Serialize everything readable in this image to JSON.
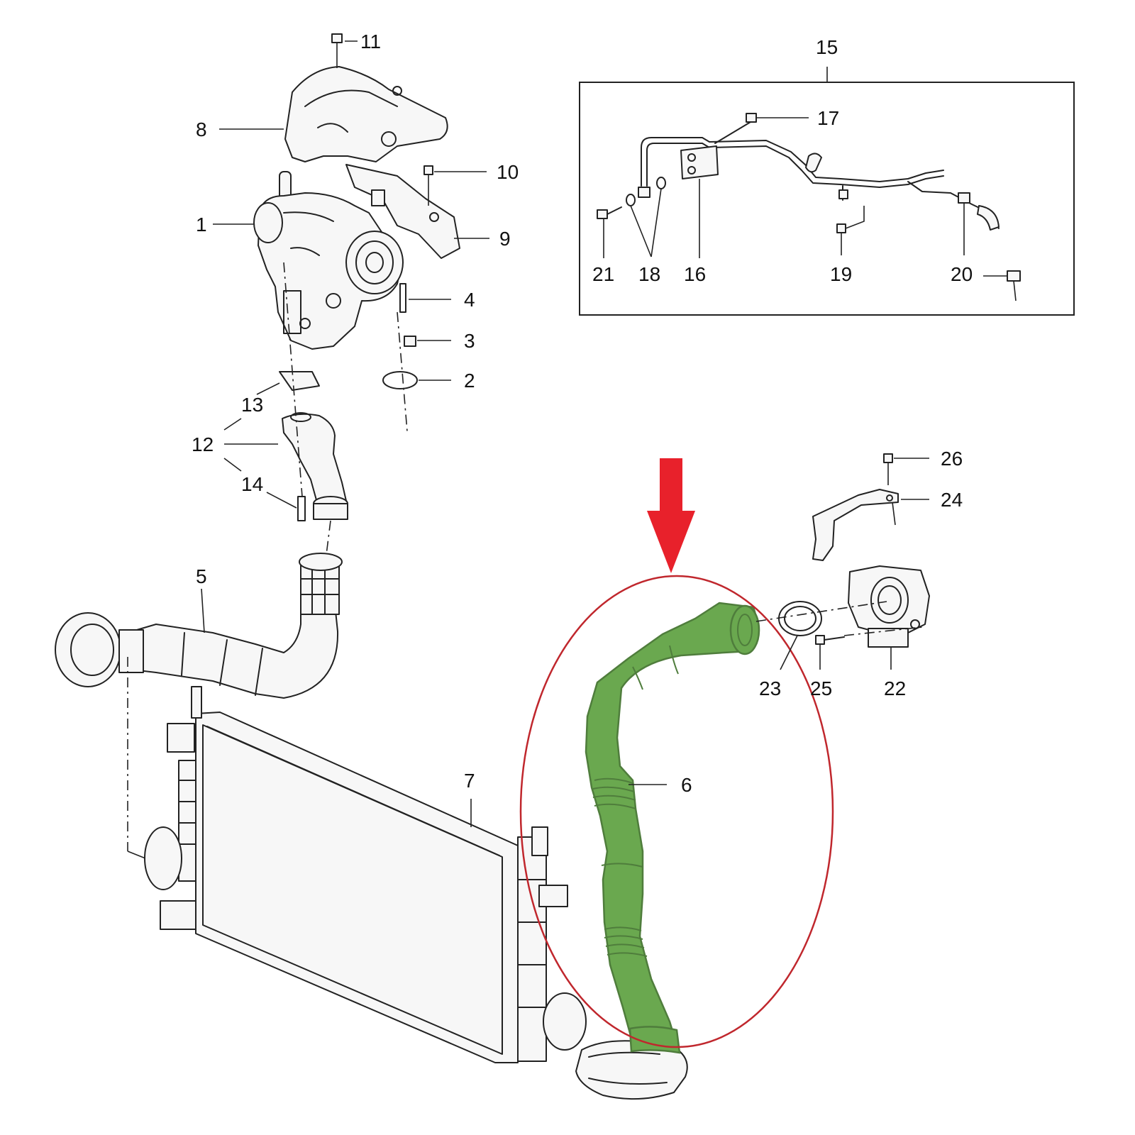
{
  "callouts": {
    "c1": "1",
    "c2": "2",
    "c3": "3",
    "c4": "4",
    "c5": "5",
    "c6": "6",
    "c7": "7",
    "c8": "8",
    "c9": "9",
    "c10": "10",
    "c11": "11",
    "c12": "12",
    "c13": "13",
    "c14": "14",
    "c15": "15",
    "c16": "16",
    "c17": "17",
    "c18": "18",
    "c19": "19",
    "c20": "20",
    "c21": "21",
    "c22": "22",
    "c23": "23",
    "c24": "24",
    "c25": "25",
    "c26": "26"
  },
  "colors": {
    "highlight_part": "#6aa84f",
    "highlight_ellipse": "#c0272d",
    "arrow": "#e8212b",
    "line": "#222222"
  },
  "highlighted_part": "6"
}
